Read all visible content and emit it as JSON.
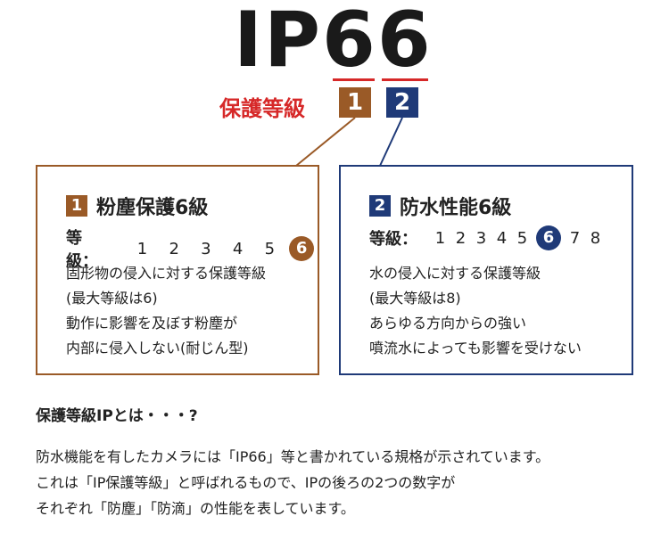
{
  "header": {
    "title": "IP66",
    "rank_label": "保護等級",
    "digit1": "1",
    "digit2": "2"
  },
  "dust": {
    "num": "1",
    "title": "粉塵保護6級",
    "grade_label": "等級：",
    "grades": [
      "1",
      "2",
      "3",
      "4",
      "5",
      "6"
    ],
    "highlight": "6",
    "lines": [
      "固形物の侵入に対する保護等級",
      "(最大等級は6)",
      "動作に影響を及ぼす粉塵が",
      "内部に侵入しない(耐じん型)"
    ]
  },
  "water": {
    "num": "2",
    "title": "防水性能6級",
    "grade_label": "等級：",
    "grades": [
      "1",
      "2",
      "3",
      "4",
      "5",
      "6",
      "7",
      "8"
    ],
    "highlight": "6",
    "lines": [
      "水の侵入に対する保護等級",
      "(最大等級は8)",
      "あらゆる方向からの強い",
      "噴流水によっても影響を受けない"
    ]
  },
  "explanation": {
    "heading": "保護等級IPとは・・・?",
    "lines": [
      "防水機能を有したカメラには「IP66」等と書かれている規格が示されています。",
      "これは「IP保護等級」と呼ばれるもので、IPの後ろの2つの数字が",
      "それぞれ「防塵」「防滴」の性能を表しています。"
    ]
  },
  "colors": {
    "dust": "#9a5a27",
    "water": "#1f3a78",
    "accent_red": "#d62828"
  }
}
